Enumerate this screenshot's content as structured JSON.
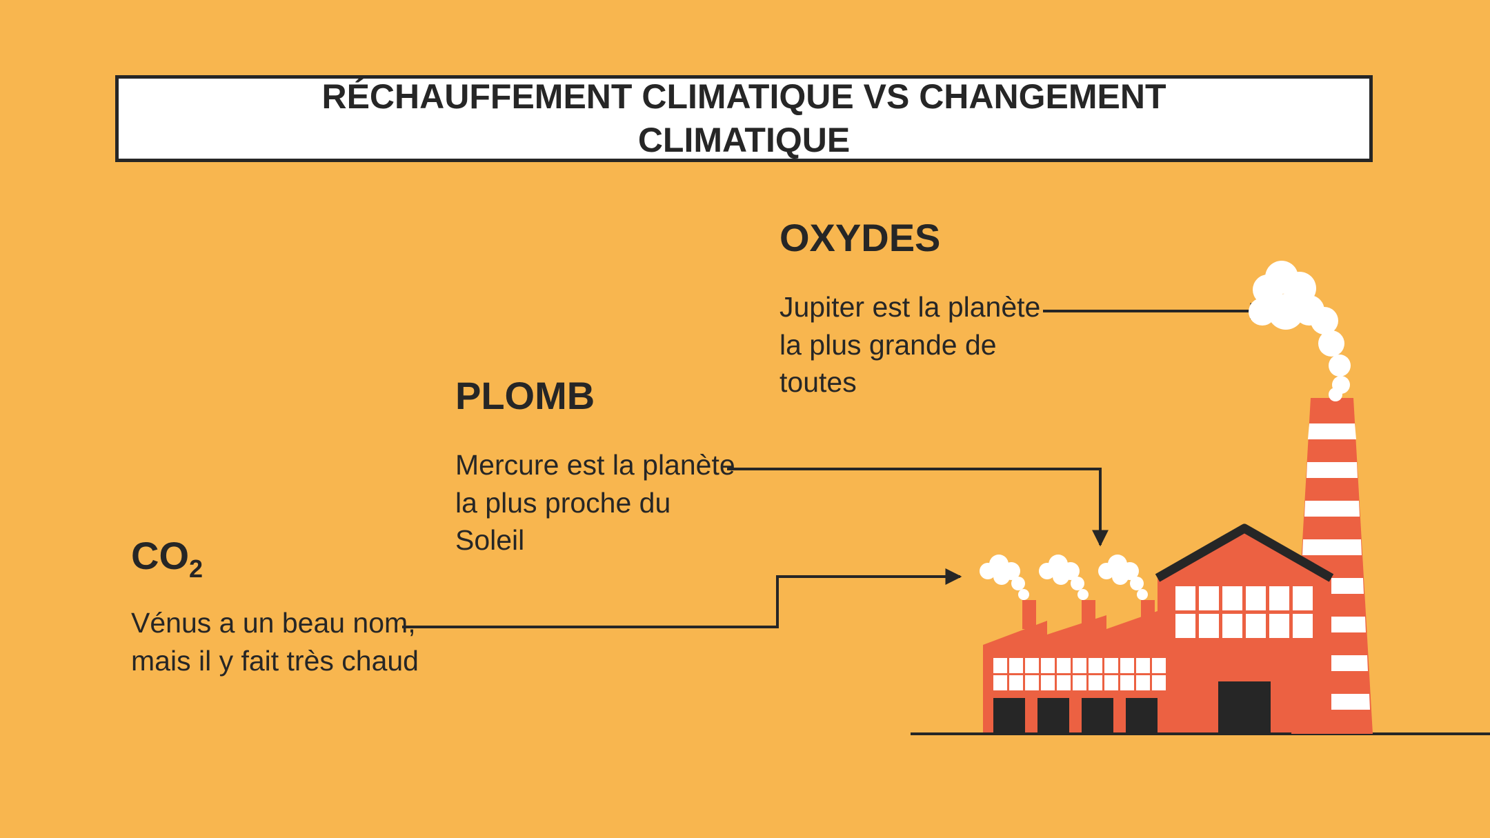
{
  "title": "RÉCHAUFFEMENT CLIMATIQUE VS CHANGEMENT CLIMATIQUE",
  "items": [
    {
      "heading": "OXYDES",
      "text": "Jupiter est la planète la plus grande de toutes"
    },
    {
      "heading": "PLOMB",
      "text": "Mercure est la planète la plus proche du Soleil"
    },
    {
      "heading_main": "CO",
      "heading_sub": "2",
      "text": "Vénus a un beau nom, mais il y fait très chaud"
    }
  ],
  "colors": {
    "background": "#F8B64F",
    "dark": "#262626",
    "factory": "#EC6142",
    "white": "#FFFFFF"
  },
  "icons": [
    "factory-illustration",
    "chimney-illustration",
    "smoke-cloud-icon",
    "arrow-icon"
  ]
}
